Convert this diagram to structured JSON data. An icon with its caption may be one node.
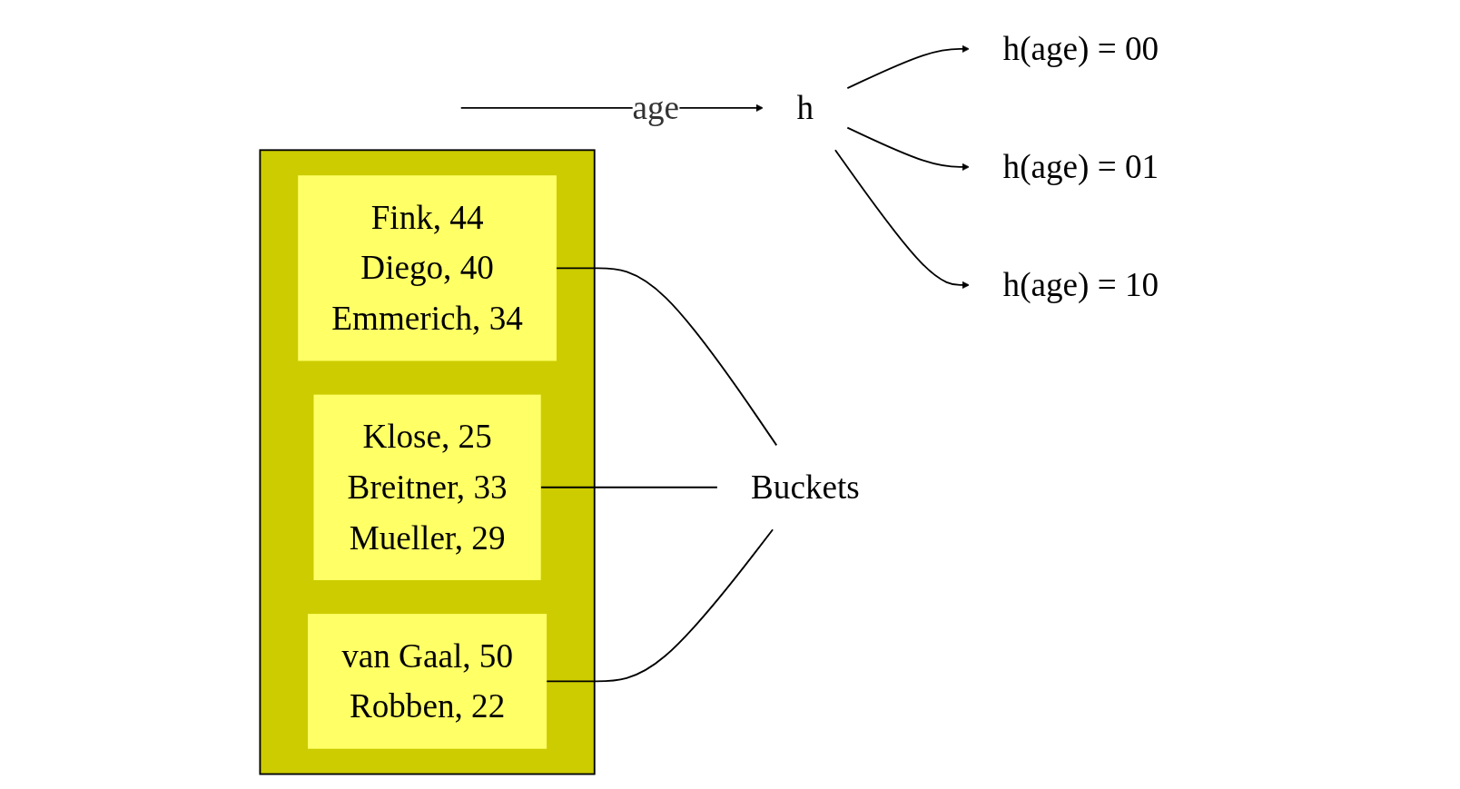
{
  "diagram": {
    "nodes": [
      {
        "text": [
          "h"
        ]
      },
      {
        "text": [
          "h(age) = 00"
        ]
      },
      {
        "text": [
          "h(age) = 01"
        ]
      },
      {
        "text": [
          "h(age) = 10"
        ]
      },
      {
        "text": [],
        "shape": "box"
      },
      {
        "text": [
          "Fink, 44",
          "Diego, 40",
          "Emmerich, 34"
        ],
        "in": 4
      },
      {
        "text": [
          "Klose, 25",
          "Breitner, 33",
          "Mueller, 29"
        ],
        "in": 4
      },
      {
        "text": [
          "van Gaal, 50",
          "Robben, 22"
        ],
        "in": 4
      },
      {
        "text": [
          "Buckets"
        ]
      }
    ],
    "edges": [
      {
        "from": null,
        "to": 0,
        "arrow": "to",
        "label": "age"
      },
      {
        "from": 0,
        "to": 1,
        "arrow": "to"
      },
      {
        "from": 0,
        "to": 2,
        "arrow": "to"
      },
      {
        "from": 0,
        "to": 3,
        "arrow": "to"
      },
      {
        "from": 8,
        "to": 5,
        "arrow": "none"
      },
      {
        "from": 8,
        "to": 6,
        "arrow": "none"
      },
      {
        "from": 8,
        "to": 7,
        "arrow": "none"
      }
    ]
  }
}
